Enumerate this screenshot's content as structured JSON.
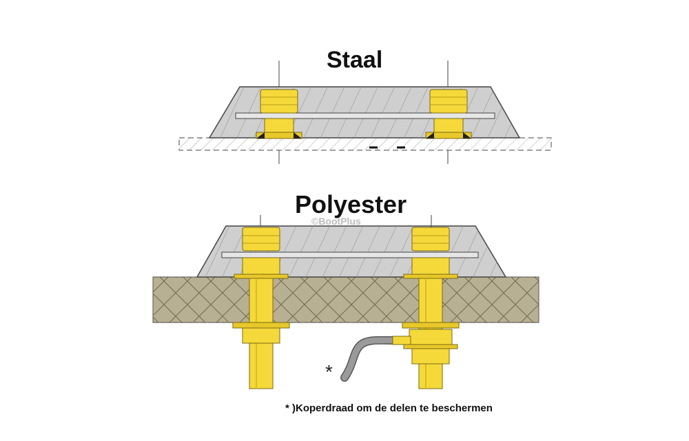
{
  "labels": {
    "steel_title": "Staal",
    "polyester_title": "Polyester",
    "watermark": "©BootPlus",
    "asterisk": "*",
    "footnote": "* )Koperdraad om de  delen te beschermen"
  },
  "colors": {
    "anode_grey": "#c8c8c8",
    "bolt_yellow": "#f5d93a",
    "hull_polyester": "#b8b092",
    "cable_grey": "#8e8e8e",
    "outline": "#333333"
  }
}
